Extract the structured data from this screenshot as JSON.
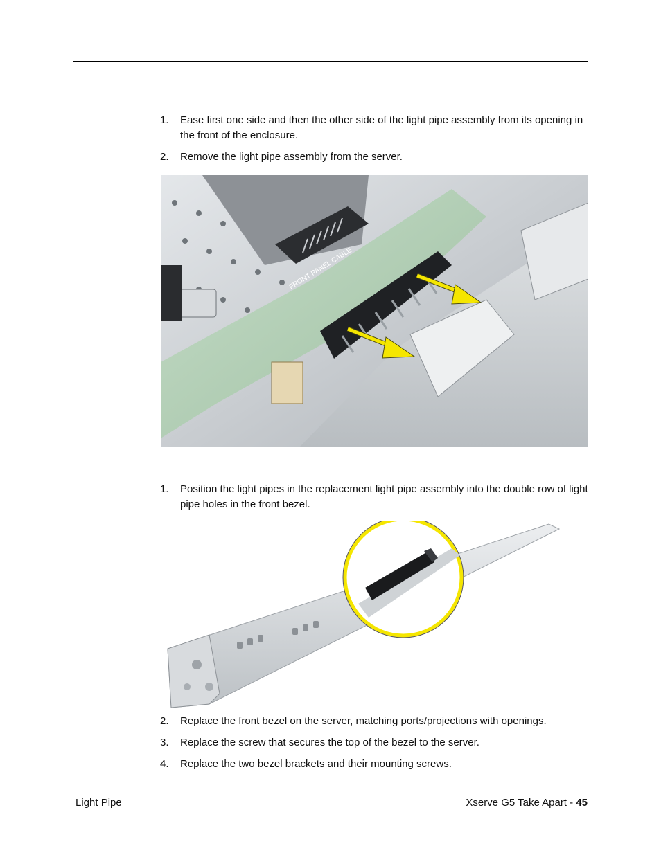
{
  "steps_remove": [
    {
      "num": "1.",
      "text": "Ease first one side and then the other side of the light pipe assembly from its opening in the front of the enclosure."
    },
    {
      "num": "2.",
      "text": "Remove the light pipe assembly from the server."
    }
  ],
  "photo1": {
    "board_label": "FRONT PANEL CABLE",
    "arrow_color": "#f5e600"
  },
  "steps_replace_intro": [
    {
      "num": "1.",
      "text": "Position the light pipes in the replacement light pipe assembly into the double row of light pipe holes in the front bezel."
    }
  ],
  "photo2": {
    "callout_color": "#f5e600"
  },
  "steps_replace_rest": [
    {
      "num": "2.",
      "text": "Replace the front bezel on the server, matching ports/projections with openings."
    },
    {
      "num": "3.",
      "text": "Replace the screw that secures the top of the bezel to the server."
    },
    {
      "num": "4.",
      "text": "Replace the two bezel brackets and their mounting screws."
    }
  ],
  "footer": {
    "section": "Light Pipe",
    "doc_title": "Xserve G5 Take Apart - ",
    "page_number": "45"
  }
}
